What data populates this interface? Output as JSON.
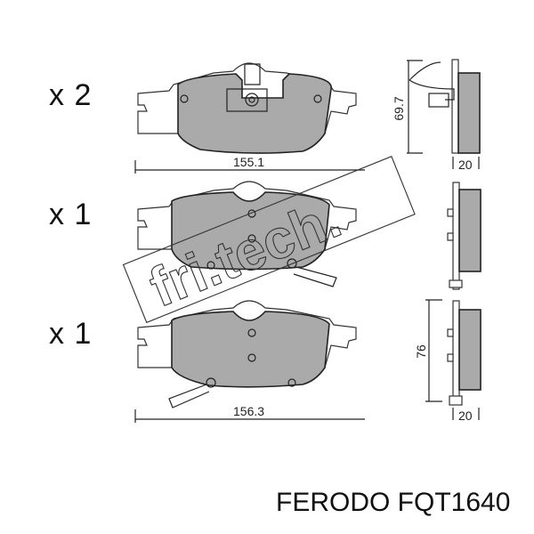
{
  "quantities": [
    {
      "label": "x 2"
    },
    {
      "label": "x 1"
    },
    {
      "label": "x 1"
    }
  ],
  "dimensions": {
    "top_width": "155.1",
    "top_height": "69.7",
    "top_thickness": "20",
    "bottom_width": "156.3",
    "bottom_height": "76",
    "bottom_thickness": "20"
  },
  "watermark": "fri.tech.",
  "caption": "FERODO FQT1640",
  "colors": {
    "pad_fill": "#aaaaaa",
    "outline": "#222222",
    "background": "#ffffff"
  }
}
